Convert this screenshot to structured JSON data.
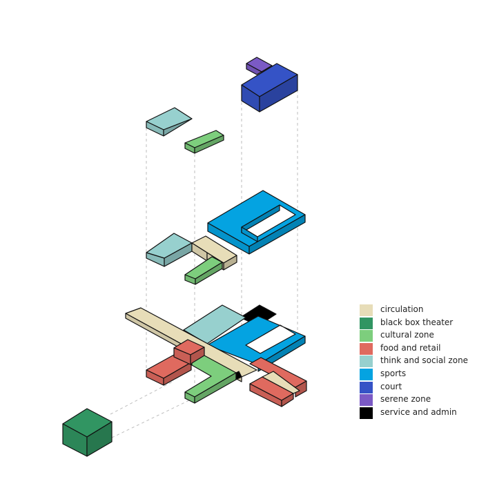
{
  "colors": {
    "circulation": "#E7DDB8",
    "black_box_theater": "#319562",
    "cultural_zone": "#7DCE7D",
    "food_and_retail": "#DF6A5F",
    "think_and_social_zone": "#97D0CE",
    "sports": "#04A3E1",
    "court": "#3553C6",
    "serene_zone": "#7B5AC5",
    "service_and_admin": "#000000",
    "outline": "#111111",
    "guide_line": "#b8b8b8"
  },
  "legend": {
    "items": [
      {
        "key": "circulation",
        "label": "circulation",
        "color": "#E7DDB8"
      },
      {
        "key": "black_box_theater",
        "label": "black box theater",
        "color": "#319562"
      },
      {
        "key": "cultural_zone",
        "label": "cultural zone",
        "color": "#7DCE7D"
      },
      {
        "key": "food_and_retail",
        "label": "food and retail",
        "color": "#DF6A5F"
      },
      {
        "key": "think_and_social_zone",
        "label": "think and social zone",
        "color": "#97D0CE"
      },
      {
        "key": "sports",
        "label": "sports",
        "color": "#04A3E1"
      },
      {
        "key": "court",
        "label": "court",
        "color": "#3553C6"
      },
      {
        "key": "serene_zone",
        "label": "serene zone",
        "color": "#7B5AC5"
      },
      {
        "key": "service_and_admin",
        "label": "service and admin",
        "color": "#000000"
      }
    ]
  }
}
